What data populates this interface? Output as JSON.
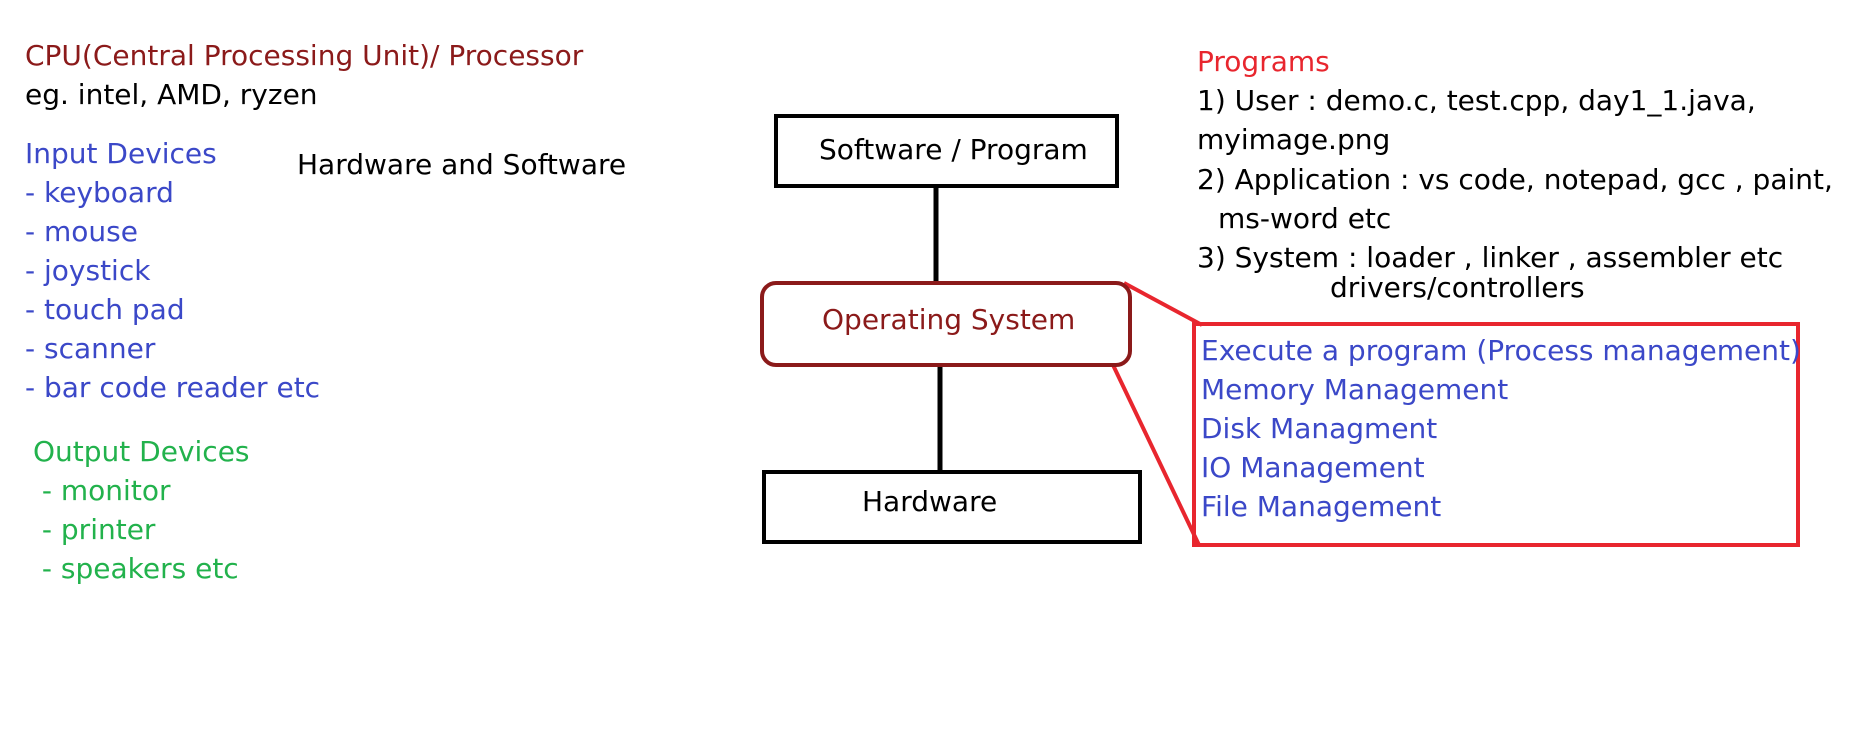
{
  "cpu": {
    "title": "CPU(Central Processing Unit)/ Processor",
    "examples": "eg. intel, AMD, ryzen"
  },
  "heading": "Hardware and Software",
  "input_devices": {
    "title": "Input Devices",
    "items": [
      "- keyboard",
      "- mouse",
      "- joystick",
      "- touch pad",
      "- scanner",
      "- bar code reader etc"
    ]
  },
  "output_devices": {
    "title": "Output Devices",
    "items": [
      " - monitor",
      " - printer",
      " - speakers etc"
    ]
  },
  "diagram": {
    "software_box": "Software / Program",
    "os_box": "Operating System",
    "hardware_box": "Hardware"
  },
  "programs": {
    "title": "Programs",
    "user_line1": "1) User : demo.c, test.cpp, day1_1.java,",
    "user_line2": "myimage.png",
    "app_line1": "2) Application : vs code, notepad, gcc , paint,",
    "app_line2": "ms-word etc",
    "system_line1": "3) System : loader , linker , assembler etc",
    "system_line2": "drivers/controllers"
  },
  "os_functions": [
    "Execute a program (Process management)",
    "Memory Management",
    "Disk Managment",
    "IO Management",
    "File Management"
  ],
  "colors": {
    "dark_red": "#8b1a1a",
    "blue": "#3b48c8",
    "green": "#22b24c",
    "red": "#e8262e",
    "black": "#000000"
  }
}
